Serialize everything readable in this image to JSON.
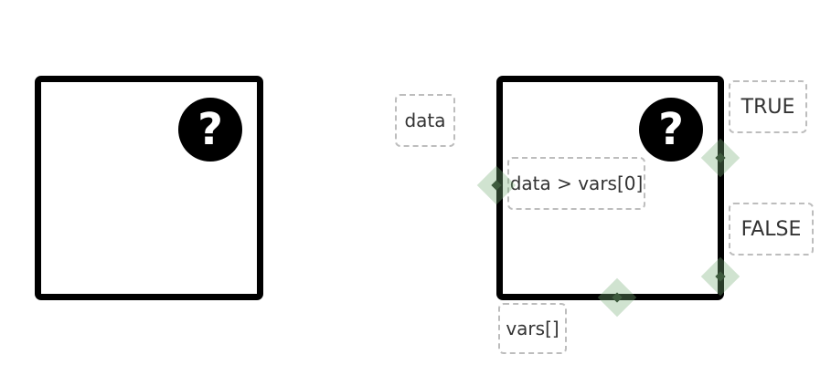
{
  "nodes": {
    "plain": {
      "help_glyph": "?",
      "icon": "question-icon"
    },
    "conditional": {
      "help_glyph": "?",
      "icon": "question-icon"
    }
  },
  "labels": {
    "input": "data",
    "condition": "data > vars[0]",
    "true_branch": "TRUE",
    "false_branch": "FALSE",
    "variables": "vars[]"
  },
  "colors": {
    "node_border": "#000000",
    "tag_border": "#bdbdbd",
    "port_fill": "#78af78",
    "port_dot": "#3d5a3d"
  }
}
